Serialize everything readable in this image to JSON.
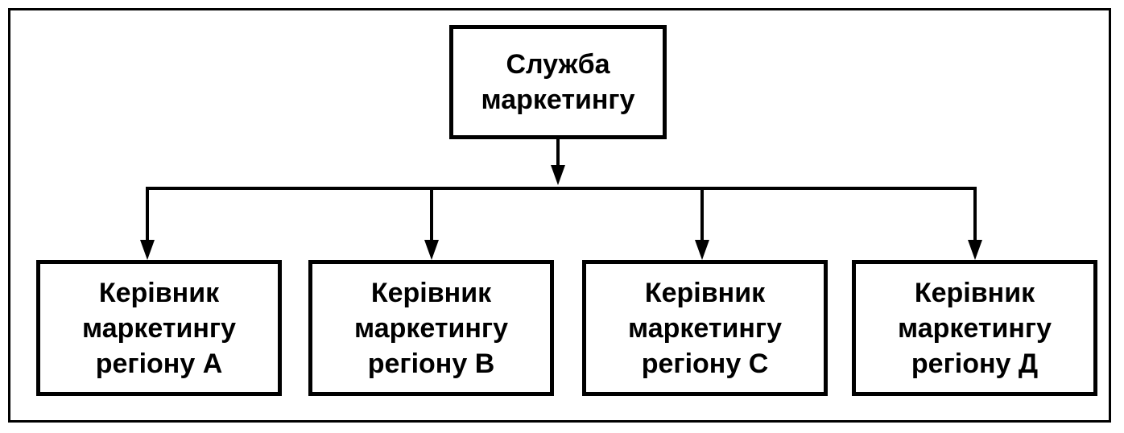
{
  "diagram": {
    "root": {
      "line1": "Служба",
      "line2": "маркетингу"
    },
    "children": [
      {
        "line1": "Керівник",
        "line2": "маркетингу",
        "line3": "регіону А"
      },
      {
        "line1": "Керівник",
        "line2": "маркетингу",
        "line3": "регіону В"
      },
      {
        "line1": "Керівник",
        "line2": "маркетингу",
        "line3": "регіону С"
      },
      {
        "line1": "Керівник",
        "line2": "маркетингу",
        "line3": "регіону Д"
      }
    ]
  }
}
